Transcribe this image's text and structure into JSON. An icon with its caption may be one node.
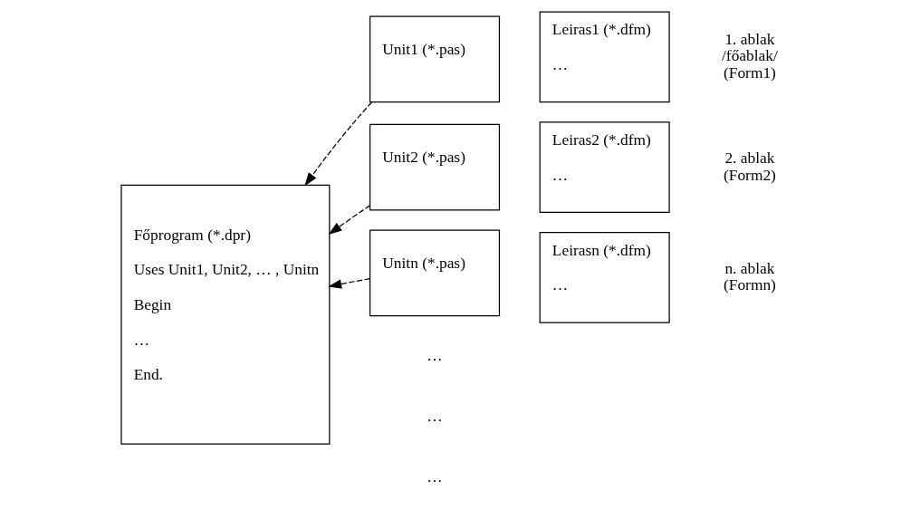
{
  "diagram": {
    "nodes": [
      {
        "text": [
          "Főprogram (*.dpr)",
          "Uses Unit1, Unit2, … , Unitn",
          "Begin",
          "…",
          "End."
        ]
      },
      {
        "text": [
          "Unit1 (*.pas)"
        ]
      },
      {
        "text": [
          "Leiras1 (*.dfm)",
          "…"
        ]
      },
      {
        "text": [
          "Unit2 (*.pas)"
        ]
      },
      {
        "text": [
          "Leiras2 (*.dfm)",
          "…"
        ]
      },
      {
        "text": [
          "Unitn (*.pas)"
        ]
      },
      {
        "text": [
          "Leirasn (*.dfm)",
          "…"
        ]
      }
    ],
    "edges": [
      {
        "from": 1,
        "to": 0,
        "arrow": "to",
        "style": "dashed"
      },
      {
        "from": 3,
        "to": 0,
        "arrow": "to",
        "style": "dashed"
      },
      {
        "from": 5,
        "to": 0,
        "arrow": "to",
        "style": "dashed"
      }
    ],
    "labels": [
      "1. ablak /főablak/ (Form1)",
      "2. ablak (Form2)",
      "…",
      "…",
      "…",
      "n. ablak (Formn)"
    ]
  }
}
